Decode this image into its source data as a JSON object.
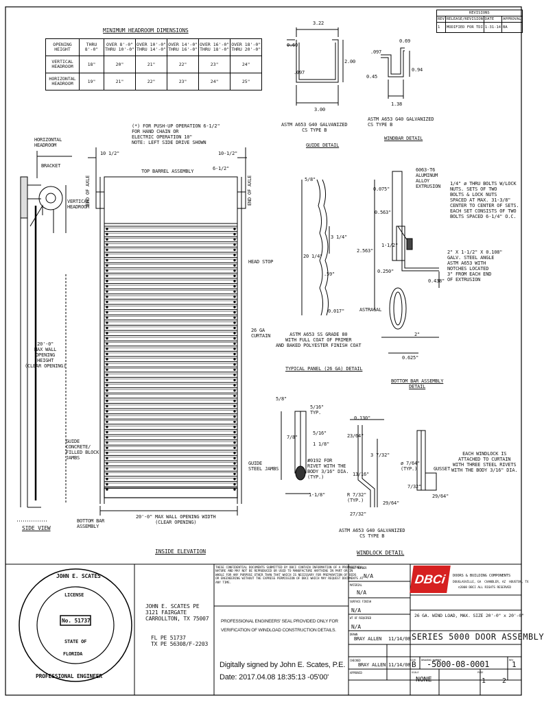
{
  "headroom_table": {
    "title": "MINIMUM HEADROOM DIMENSIONS",
    "header": [
      "OPENING\nHEIGHT",
      "THRU\n8'-0\"",
      "OVER 8'-0\"\nTHRU 10'-0\"",
      "OVER 10'-0\"\nTHRU 14'-0\"",
      "OVER 14'-0\"\nTHRU 16'-0\"",
      "OVER 16'-0\"\nTHRU 18'-0\"",
      "OVER 18'-0\"\nTHRU 20'-0\""
    ],
    "rows": [
      [
        "VERTICAL\nHEADROOM",
        "18\"",
        "20\"",
        "21\"",
        "22\"",
        "23\"",
        "24\""
      ],
      [
        "HORIZONTAL\nHEADROOM",
        "19\"",
        "21\"",
        "22\"",
        "23\"",
        "24\"",
        "25\""
      ]
    ]
  },
  "revisions": {
    "title": "REVISIONS",
    "headers": [
      "REV",
      "RELEASE/REVISION",
      "DATE",
      "APPROVAL"
    ],
    "rows": [
      [
        "1",
        "MODIFIED FOR TDI",
        "1-31-14",
        "BA"
      ]
    ]
  },
  "guide_detail": {
    "dims": [
      "3.22",
      "0.60",
      "2.00",
      ".097",
      "3.00"
    ],
    "spec": "ASTM A653 G40 GALVANIZED\nCS TYPE B",
    "title": "GUIDE DETAIL"
  },
  "windbar_detail": {
    "dims": [
      "0.69",
      ".097",
      "0.45",
      "0.94",
      "1.38"
    ],
    "spec": "ASTM A653 G40 GALVANIZED\nCS TYPE B",
    "title": "WINDBAR DETAIL"
  },
  "elevation": {
    "push_note": "(*) FOR PUSH-UP OPERATION 6-1/2\"\nFOR HAND CHAIN OR\nELECTRIC OPERATION 10\"\nNOTE: LEFT SIDE DRIVE SHOWN",
    "left_dim": "10 1/2\"",
    "right_dim": "10-1/2\"",
    "right_dim2": "6-1/2\"",
    "axle_left": "END OF AXLE",
    "axle_right": "END OF AXLE",
    "top_barrel": "TOP BARREL ASSEMBLY",
    "head_stop": "HEAD STOP",
    "curtain": "26 GA\nCURTAIN",
    "guide_left": "GUIDE\nCONCRETE/\nFILLED BLOCK\nJAMBS",
    "guide_right": "GUIDE\nSTEEL JAMBS",
    "height": "20'-0\"\nMAX WALL\nOPENING\nHEIGHT\n(CLEAR OPENING)",
    "width": "20'-0\" MAX WALL OPENING WIDTH\n(CLEAR OPENING)",
    "bottom_bar": "BOTTOM BAR\nASSEMBLY",
    "title": "INSIDE ELEVATION"
  },
  "side_view": {
    "horizontal_headroom": "HORIZONTAL\nHEADROOM",
    "bracket": "BRACKET",
    "vertical_headroom": "VERTICAL\nHEADROOM",
    "title": "SIDE VIEW"
  },
  "typical_panel": {
    "dims": [
      "5/8\"",
      "3 1/4\"",
      "20 1/4\"",
      ".59\"",
      "0.017\""
    ],
    "spec": "ASTM A653 SS GRADE 80\nWITH FULL COAT OF PRIMER\nAND BAKED POLYESTER FINISH COAT",
    "title": "TYPICAL PANEL (26 GA) DETAIL"
  },
  "bottom_bar": {
    "alloy": "6063-T6\nALUMINUM\nALLOY\nEXTRUSION",
    "bolts": "1/4\" ø THRU BOLTS W/LOCK\nNUTS. SETS OF TWO\nBOLTS & LOCK NUTS\nSPACED AT MAX. 31-3/8\"\nCENTER TO CENTER OF SETS.\nEACH SET CONSISTS OF TWO\nBOLTS SPACED 6-1/4\" O.C.",
    "angle": "2\" X 1-1/2\" X 0.108\"\nGALV. STEEL ANGLE\nASTM A653 WITH\nNOTCHES LOCATED\n3\" FROM EACH END\nOF EXTRUSION",
    "dims": [
      "0.075\"",
      "0.563\"",
      "2.563\"",
      "1-1/2\"",
      "0.250\"",
      "0.438\"",
      "2\"",
      "0.625\""
    ],
    "astragal": "ASTRAGAL",
    "title": "BOTTOM BAR ASSEMBLY\nDETAIL"
  },
  "windlock": {
    "dims_a": [
      "5/8\"",
      "5/16\"\nTYP.",
      "7/8\"",
      "5/16\"",
      "1 1/8\"",
      "1-1/8\""
    ],
    "rivet": "#0192 FOR\nRIVET WITH THE\nBODY 3/16\" DIA.\n(TYP.)",
    "dims_b": [
      "0.130\"",
      "23/64\"",
      "3 7/32\"",
      "13/16\"",
      "R 7/32\"\n(TYP.)",
      "29/64\"",
      "27/32\""
    ],
    "dims_c": [
      "ø 7/64\"\n(TYP.)",
      "GUSSET",
      "7/32\"",
      "29/64\""
    ],
    "note": "EACH WINDLOCK IS\nATTACHED TO CURTAIN\nWITH THREE STEEL RIVETS\nWITH THE BODY 3/16\" DIA.",
    "spec": "ASTM A653 G40 GALVANIZED\nCS TYPE B",
    "title": "WINDLOCK DETAIL"
  },
  "seal": {
    "name": "JOHN E. SCATES",
    "license": "LICENSE",
    "number": "No. 51737",
    "state": "STATE OF",
    "florida": "FLORIDA",
    "profession": "PROFESSIONAL ENGINEER"
  },
  "engineer": {
    "block": "JOHN E. SCATES PE\n3121 FAIRGATE\nCARROLLTON, TX 75007",
    "pe": "FL PE 51737\nTX PE 56308/F-2203"
  },
  "title_block": {
    "confidential": "THESE CONFIDENTIAL DOCUMENTS SUBMITTED BY DBCI CONTAIN INFORMATION OF A PROPRIETARY\nNATURE AND MAY NOT BE REPRODUCED OR USED TO MANUFACTURE ANYTHING IN PART OR IN\nWHOLE FOR ANY PURPOSE OTHER THAN THAT WHICH IS NECESSARY FOR PREPARATION OF BIDS\nOR ENGINEERING WITHOUT THE EXPRESS PERMISSION OF DBCI WHICH MAY REQUEST DOCUMENTS AT\nANY TIME.",
    "seal_note": "PROFESSIONAL ENGINEERS' SEAL PROVIDED ONLY FOR\nVERIFICATION OF WINDLOAD CONSTRUCTION DETAILS.",
    "signed": "Digitally signed by John E. Scates, P.E.",
    "date_line": "Date: 2017.04.08 18:35:13 -05'00'",
    "part_number_label": "PART NUMBER",
    "part_number": "N/A",
    "material_label": "MATERIAL",
    "material": "N/A",
    "finish_label": "SURFACE FINISH",
    "finish": "N/A",
    "wt_label": "WT OF REQUIRED",
    "wt": "N/A",
    "drawn_label": "DRAWN",
    "drawn_by": "BRAY ALLEN",
    "drawn_date": "11/14/08",
    "checked_label": "CHECKED",
    "checked_by": "BRAY ALLEN",
    "checked_date": "11/14/08",
    "approved_label": "APPROVED",
    "logo": "DBCi",
    "company": "DOORS & BUILDING COMPONENTS",
    "address": "DOUGLASVILLE, GA  CHANDLER, AZ  HOUSTON, TX",
    "copyright": "©2008 DBCI ALL RIGHTS RESERVED",
    "windload": "26 GA. WIND LOAD, MAX. SIZE 20'-0\" x 20'-0\"",
    "series": "SERIES 5000 DOOR ASSEMBLY",
    "size_label": "SIZE",
    "size": "B",
    "dwg_label": "DRAWING NUMBER",
    "dwg": "-5000-08-0001",
    "rev_label": "REV",
    "rev": "1",
    "scale_label": "SCALE",
    "scale": "NONE",
    "sheet_label": "PAGE",
    "sheet": "1",
    "of": "2"
  }
}
